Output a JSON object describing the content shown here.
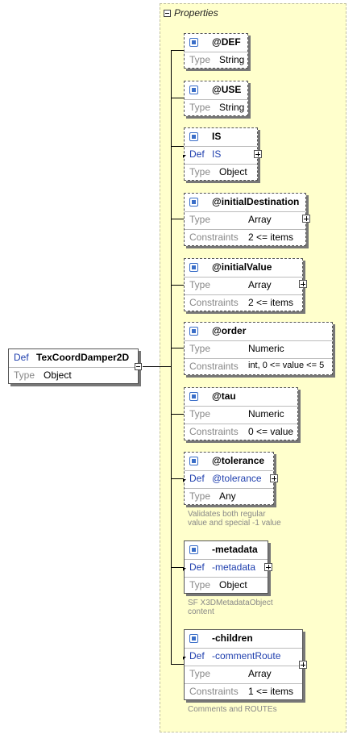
{
  "properties_label": "Properties",
  "root": {
    "def_label": "Def",
    "name": "TexCoordDamper2D",
    "type_label": "Type",
    "type": "Object"
  },
  "labels": {
    "type": "Type",
    "constraints": "Constraints",
    "def": "Def"
  },
  "attributes": [
    {
      "name": "@DEF",
      "type": "String"
    },
    {
      "name": "@USE",
      "type": "String"
    },
    {
      "name": "IS",
      "def": "IS",
      "type": "Object"
    },
    {
      "name": "@initialDestination",
      "type": "Array",
      "constraints": "2 <= items"
    },
    {
      "name": "@initialValue",
      "type": "Array",
      "constraints": "2 <= items"
    },
    {
      "name": "@order",
      "type": "Numeric",
      "constraints": "int, 0 <= value <= 5"
    },
    {
      "name": "@tau",
      "type": "Numeric",
      "constraints": "0 <= value"
    },
    {
      "name": "@tolerance",
      "def": "@tolerance",
      "type": "Any",
      "note": [
        "Validates both regular",
        "value and special -1 value"
      ]
    },
    {
      "name": "-metadata",
      "def": "-metadata",
      "type": "Object",
      "note": [
        "SF X3DMetadataObject",
        "content"
      ]
    },
    {
      "name": "-children",
      "def": "-commentRoute",
      "type": "Array",
      "constraints": "1 <= items",
      "note": [
        "Comments and ROUTEs"
      ]
    }
  ]
}
